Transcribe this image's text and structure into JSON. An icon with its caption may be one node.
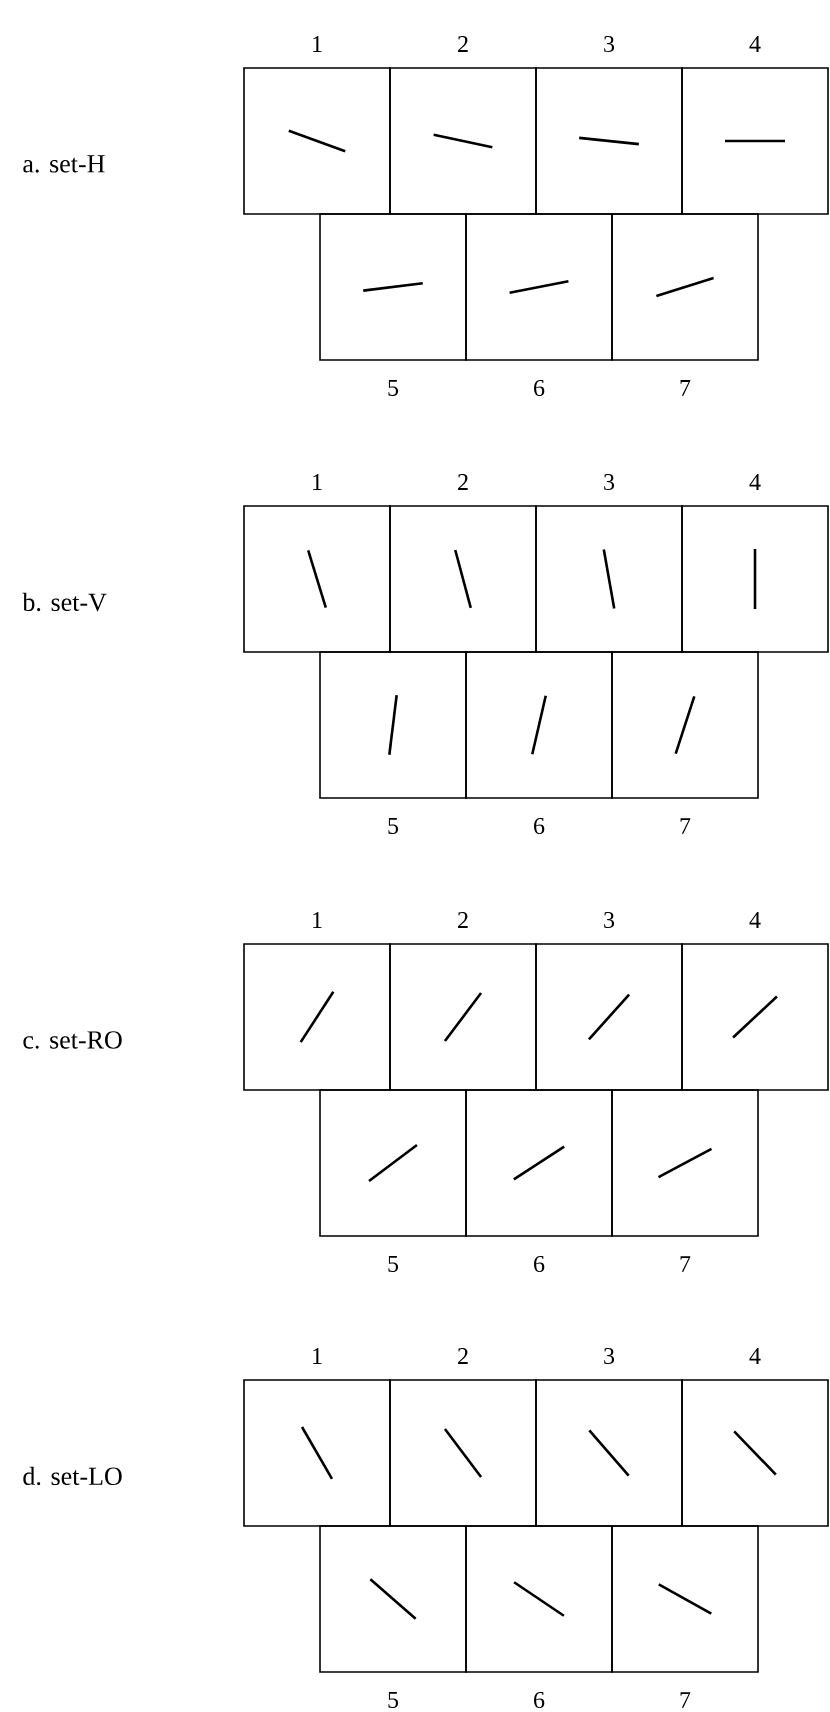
{
  "diagram": {
    "nodes": [
      {
        "text": [],
        "shape": "box",
        "beside": [
          "1"
        ]
      },
      {
        "text": [],
        "shape": "box",
        "beside": [
          "2"
        ]
      },
      {
        "text": [],
        "shape": "box",
        "beside": [
          "3"
        ]
      },
      {
        "text": [],
        "shape": "box",
        "beside": [
          "4"
        ]
      },
      {
        "text": [],
        "shape": "box",
        "beside": [
          "5"
        ]
      },
      {
        "text": [],
        "shape": "box",
        "beside": [
          "6"
        ]
      },
      {
        "text": [],
        "shape": "box",
        "beside": [
          "7"
        ]
      },
      {
        "text": [],
        "shape": "box",
        "beside": [
          "1"
        ]
      },
      {
        "text": [],
        "shape": "box",
        "beside": [
          "2"
        ]
      },
      {
        "text": [],
        "shape": "box",
        "beside": [
          "3"
        ]
      },
      {
        "text": [],
        "shape": "box",
        "beside": [
          "4"
        ]
      },
      {
        "text": [],
        "shape": "box",
        "beside": [
          "5"
        ]
      },
      {
        "text": [],
        "shape": "box",
        "beside": [
          "6"
        ]
      },
      {
        "text": [],
        "shape": "box",
        "beside": [
          "7"
        ]
      },
      {
        "text": [],
        "shape": "box",
        "beside": [
          "1"
        ]
      },
      {
        "text": [],
        "shape": "box",
        "beside": [
          "2"
        ]
      },
      {
        "text": [],
        "shape": "box",
        "beside": [
          "3"
        ]
      },
      {
        "text": [],
        "shape": "box",
        "beside": [
          "4"
        ]
      },
      {
        "text": [],
        "shape": "box",
        "beside": [
          "5"
        ]
      },
      {
        "text": [],
        "shape": "box",
        "beside": [
          "6"
        ]
      },
      {
        "text": [],
        "shape": "box",
        "beside": [
          "7"
        ]
      },
      {
        "text": [],
        "shape": "box",
        "beside": [
          "1"
        ]
      },
      {
        "text": [],
        "shape": "box",
        "beside": [
          "2"
        ]
      },
      {
        "text": [],
        "shape": "box",
        "beside": [
          "3"
        ]
      },
      {
        "text": [],
        "shape": "box",
        "beside": [
          "4"
        ]
      },
      {
        "text": [],
        "shape": "box",
        "beside": [
          "5"
        ]
      },
      {
        "text": [],
        "shape": "box",
        "beside": [
          "6"
        ]
      },
      {
        "text": [],
        "shape": "box",
        "beside": [
          "7"
        ]
      }
    ],
    "labels": [
      "a. set-H",
      "b. set-V",
      "c. set-RO",
      "d. set-LO"
    ]
  }
}
